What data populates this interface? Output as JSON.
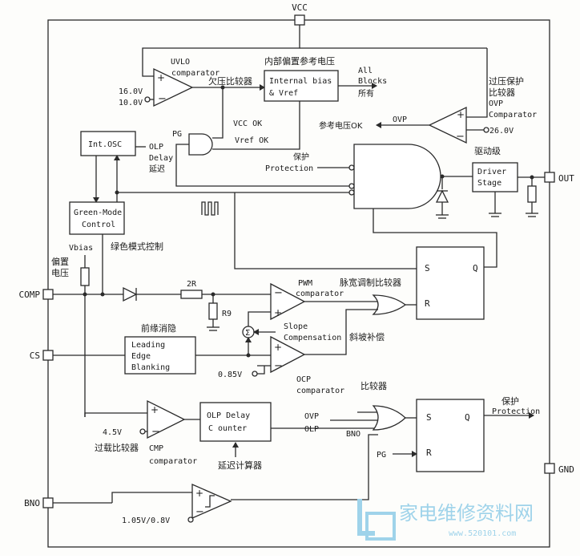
{
  "pins": {
    "vcc": "VCC",
    "comp": "COMP",
    "cs": "CS",
    "bno": "BNO",
    "out": "OUT",
    "gnd": "GND"
  },
  "uvlo": {
    "name": "UVLO",
    "sub": "comparator",
    "th_hi": "16.0V",
    "th_lo": "10.0V",
    "cn": "欠压比较器"
  },
  "bias": {
    "cn": "内部偏置参考电压",
    "l1": "Internal bias",
    "l2": "& Vref",
    "out1": "All",
    "out2": "Blocks",
    "out3": "所有"
  },
  "ovp": {
    "cn1": "过压保护",
    "cn2": "比较器",
    "name": "OVP",
    "sub": "Comparator",
    "thr": "26.0V",
    "sig": "OVP",
    "vref_ok_cn": "参考电压OK"
  },
  "pg": {
    "label": "PG",
    "vcc_ok": "VCC OK",
    "vref_ok": "Vref OK"
  },
  "osc": {
    "label": "Int.OSC",
    "olp": "OLP",
    "delay": "Delay",
    "delay_cn": "延迟"
  },
  "prot": {
    "cn": "保护",
    "en": "Protection"
  },
  "driver": {
    "cn": "驱动级",
    "l1": "Driver",
    "l2": "Stage"
  },
  "green": {
    "l1": "Green-Mode",
    "l2": "Control",
    "cn": "绿色模式控制"
  },
  "vbias": {
    "label": "Vbias",
    "cn1": "偏置",
    "cn2": "电压"
  },
  "pwm": {
    "r2r": "2R",
    "r9": "R9",
    "name": "PWM",
    "sub": "comparator",
    "cn": "脉宽调制比较器",
    "slope1": "Slope",
    "slope2": "Compensation",
    "slope_cn": "斜坡补偿"
  },
  "leb": {
    "cn": "前缘消隐",
    "l1": "Leading",
    "l2": "Edge",
    "l3": "Blanking"
  },
  "ocp": {
    "thr": "0.85V",
    "name": "OCP",
    "sub": "comparator",
    "cn": "比较器"
  },
  "sr": {
    "s": "S",
    "q": "Q",
    "r": "R"
  },
  "cmp": {
    "thr": "4.5V",
    "cn": "过载比较器",
    "name": "CMP",
    "sub": "comparator"
  },
  "olpdelay": {
    "l1": "OLP Delay",
    "l2": "C ounter",
    "cn": "延迟计算器",
    "ovp": "OVP",
    "olp": "OLP",
    "bno": "BNO"
  },
  "prot2": {
    "cn": "保护",
    "en": "Protection",
    "pg": "PG"
  },
  "bno_cmp": {
    "thr": "1.05V/0.8V"
  },
  "watermark": {
    "cn": "家电维修资料网",
    "url": "www.520101.com"
  },
  "colors": {
    "line": "#2a2a2a",
    "watermark": "#9fd3ea",
    "background": "#fdfdfb"
  }
}
